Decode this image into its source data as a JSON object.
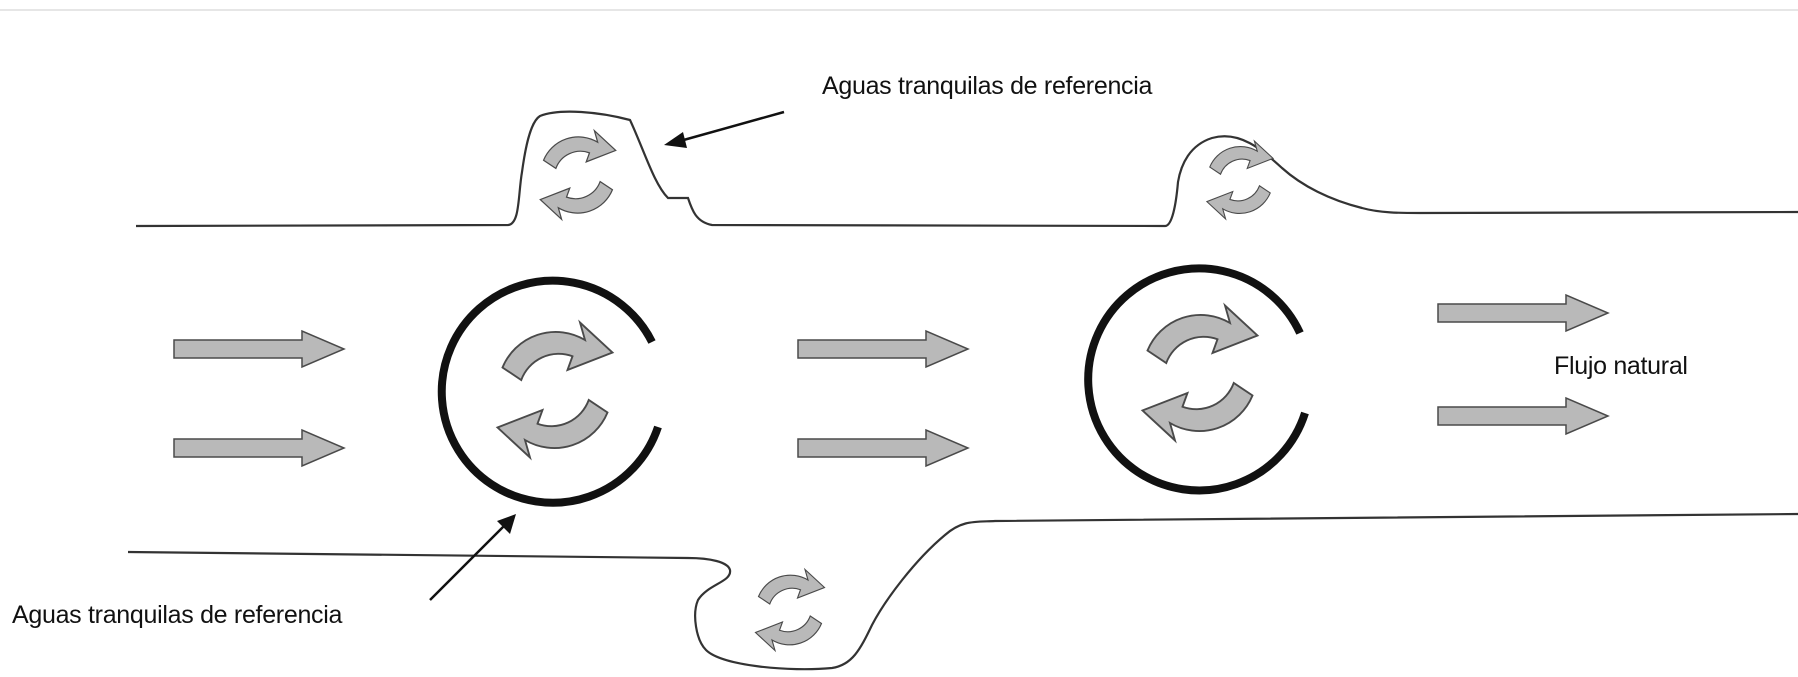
{
  "diagram": {
    "labels": {
      "eddy_top": "Aguas tranquilas de referencia",
      "eddy_bottom": "Aguas tranquilas de referencia",
      "flow": "Flujo natural"
    },
    "colors": {
      "line": "#333333",
      "arrow_fill": "#b9b9b9",
      "arrow_stroke": "#4a4a4a",
      "ring": "#111111"
    }
  }
}
